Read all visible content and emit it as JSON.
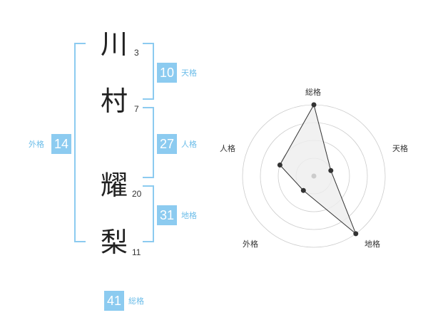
{
  "name": {
    "chars": [
      {
        "char": "川",
        "strokes": "3"
      },
      {
        "char": "村",
        "strokes": "7"
      },
      {
        "char": "耀",
        "strokes": "20"
      },
      {
        "char": "梨",
        "strokes": "11"
      }
    ]
  },
  "fortune": {
    "tenkaku": {
      "value": "10",
      "label": "天格"
    },
    "jinkaku": {
      "value": "27",
      "label": "人格"
    },
    "chikaku": {
      "value": "31",
      "label": "地格"
    },
    "gaikaku": {
      "value": "14",
      "label": "外格"
    },
    "soukaku": {
      "value": "41",
      "label": "総格"
    }
  },
  "chart_data": {
    "type": "radar",
    "axes": [
      "総格",
      "天格",
      "地格",
      "外格",
      "人格"
    ],
    "values": [
      4,
      1,
      4,
      1,
      2
    ],
    "max": 4,
    "rings": 4,
    "colors": {
      "ring": "#cccccc",
      "fill": "#eeeeee",
      "line": "#333333",
      "point": "#333333",
      "center": "#cccccc"
    }
  }
}
